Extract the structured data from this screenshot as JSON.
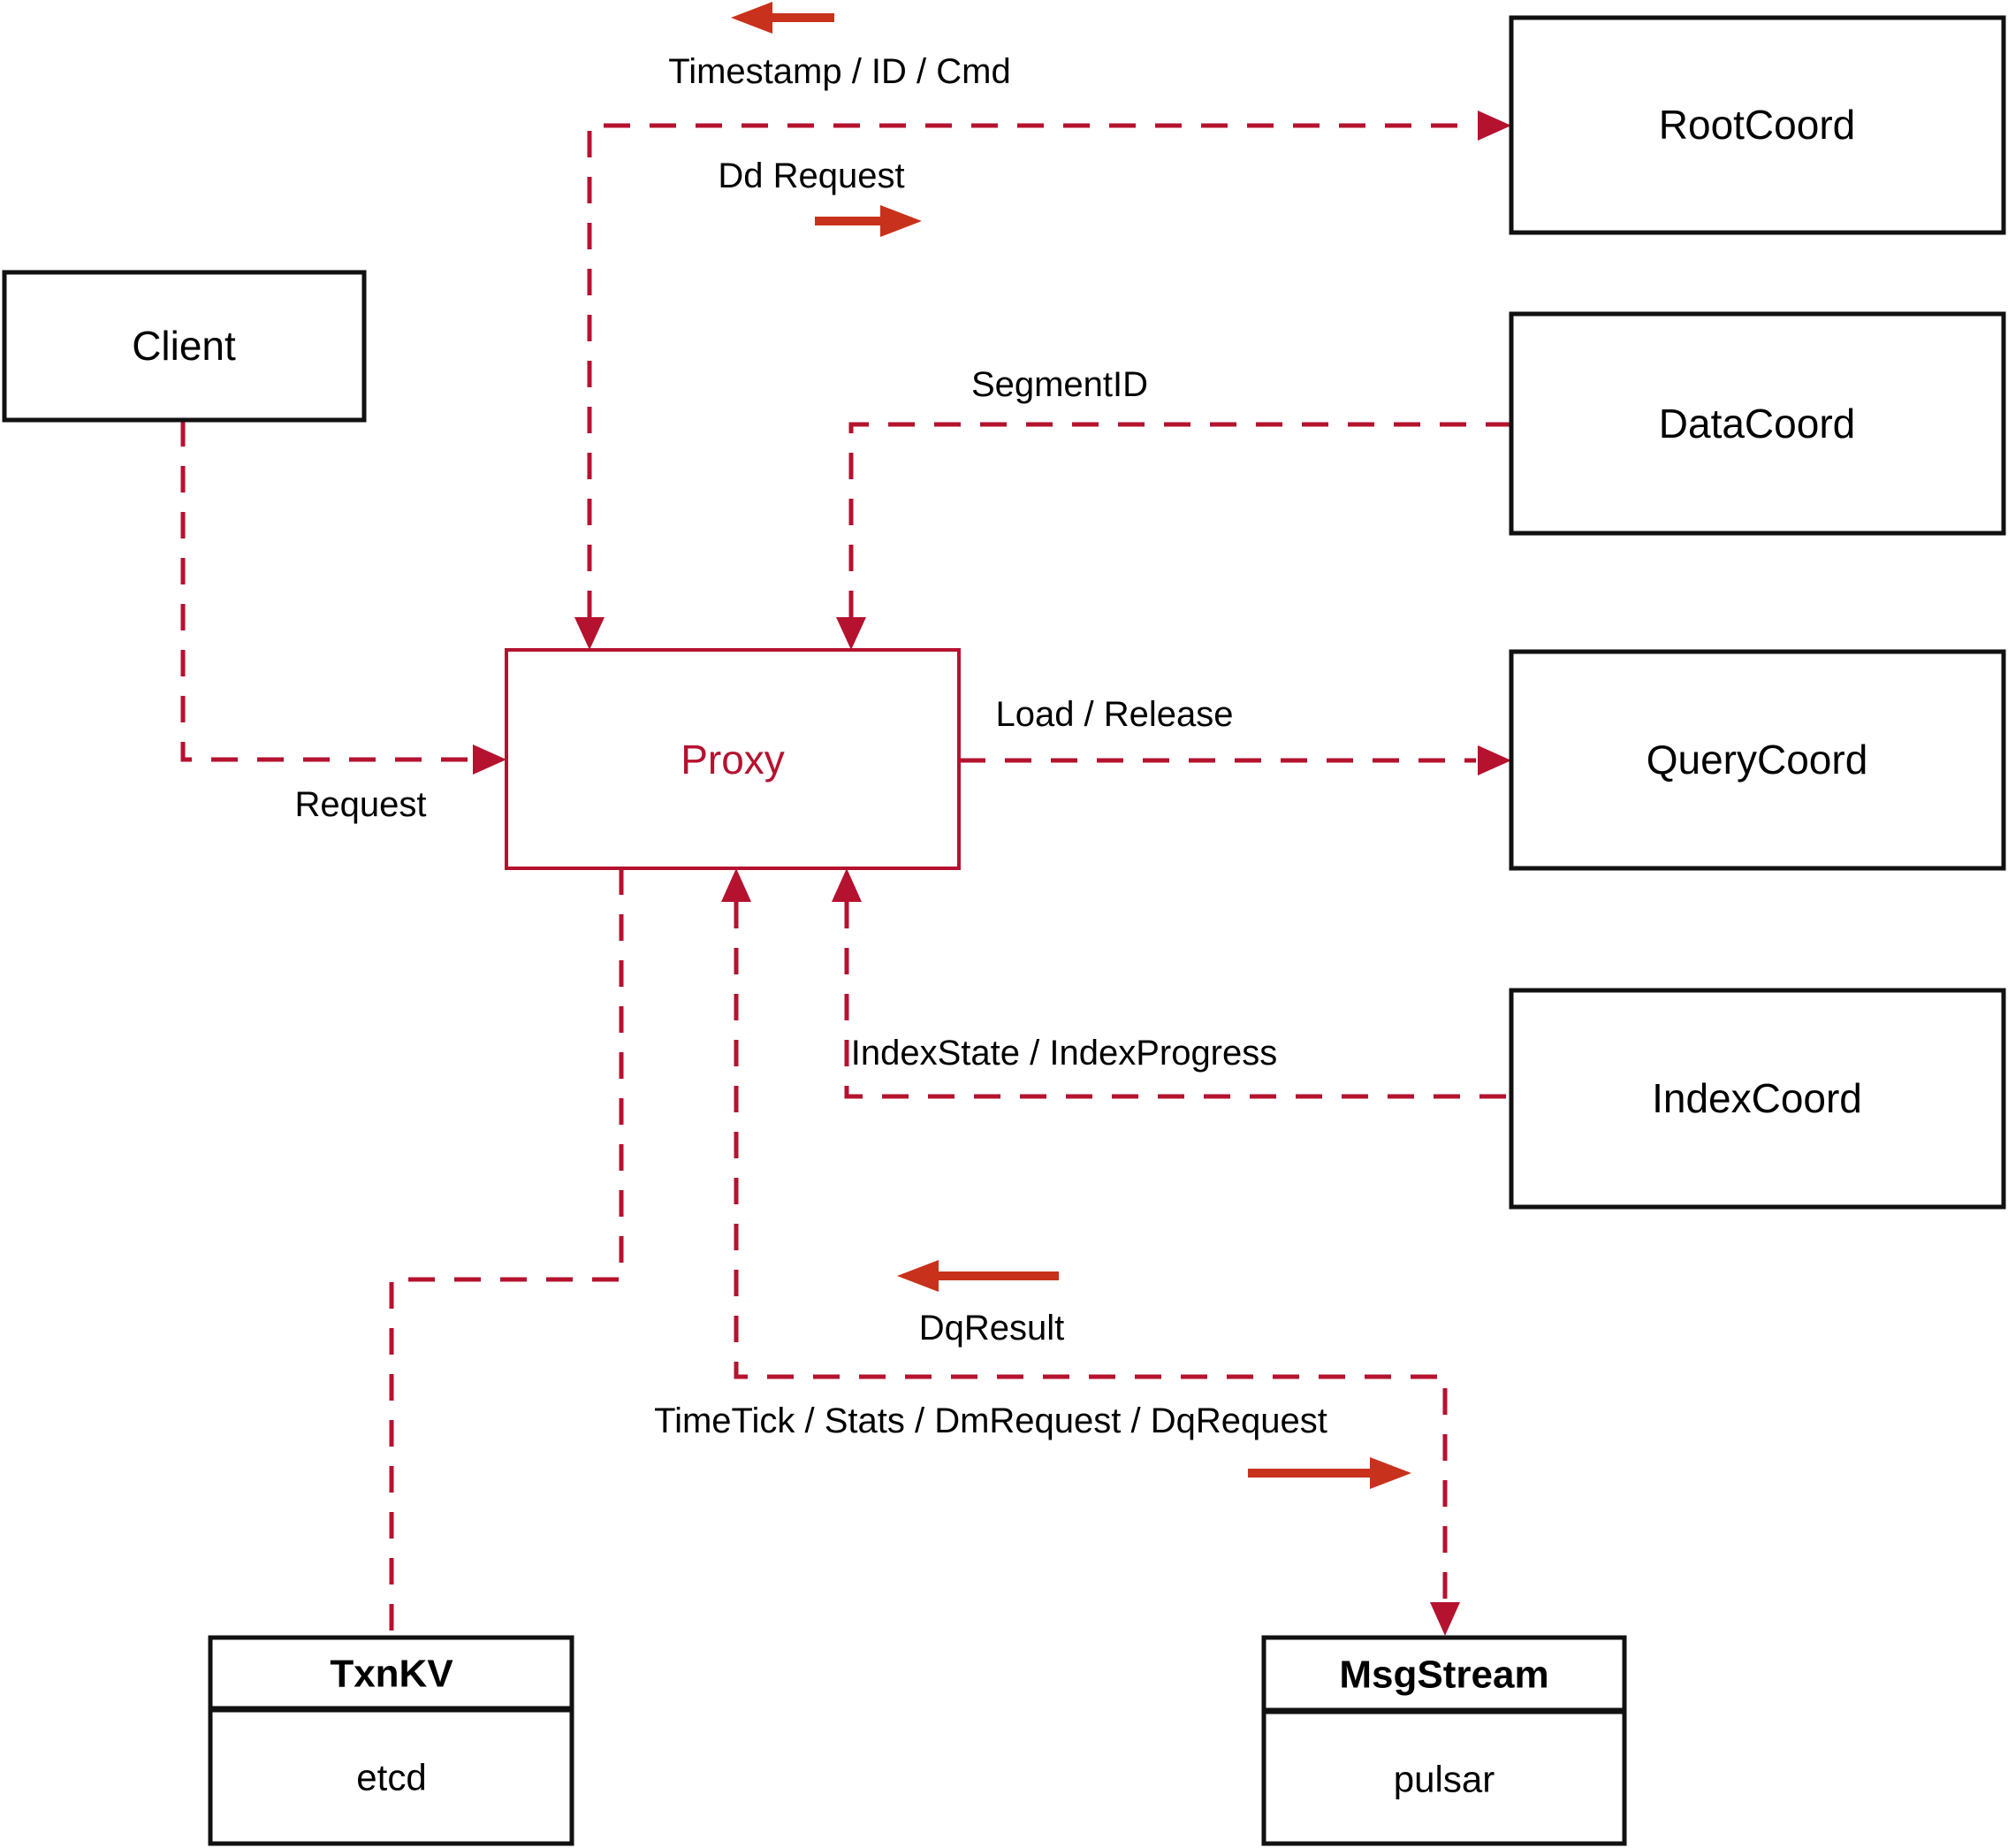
{
  "diagram": {
    "description": "Milvus proxy architecture diagram",
    "colors": {
      "dashed_line": "#b5122f",
      "solid_arrow": "#c8311b",
      "box_border": "#111111",
      "proxy_accent": "#b5122f",
      "background": "#ffffff"
    },
    "nodes": [
      {
        "id": "client",
        "label": "Client"
      },
      {
        "id": "proxy",
        "label": "Proxy"
      },
      {
        "id": "rootcoord",
        "label": "RootCoord"
      },
      {
        "id": "datacoord",
        "label": "DataCoord"
      },
      {
        "id": "querycoord",
        "label": "QueryCoord"
      },
      {
        "id": "indexcoord",
        "label": "IndexCoord"
      },
      {
        "id": "txnkv",
        "label": "TxnKV",
        "sublabel": "etcd"
      },
      {
        "id": "msgstream",
        "label": "MsgStream",
        "sublabel": "pulsar"
      }
    ],
    "edges": [
      {
        "from": "Client",
        "to": "Proxy",
        "style": "dashed",
        "label": "Request"
      },
      {
        "from": "Proxy",
        "to": "RootCoord",
        "style": "dashed",
        "bidirectional": true,
        "labels": {
          "reply": "Timestamp / ID / Cmd",
          "request": "Dd Request"
        }
      },
      {
        "from": "DataCoord",
        "to": "Proxy",
        "style": "dashed",
        "label": "SegmentID"
      },
      {
        "from": "Proxy",
        "to": "QueryCoord",
        "style": "dashed",
        "label": "Load / Release"
      },
      {
        "from": "IndexCoord",
        "to": "Proxy",
        "style": "dashed",
        "label": "IndexState / IndexProgress"
      },
      {
        "from": "Proxy",
        "to": "MsgStream",
        "style": "dashed",
        "bidirectional": true,
        "labels": {
          "reply": "DqResult",
          "request": "TimeTick / Stats / DmRequest / DqRequest"
        }
      },
      {
        "from": "Proxy",
        "to": "TxnKV",
        "style": "dashed"
      }
    ]
  }
}
